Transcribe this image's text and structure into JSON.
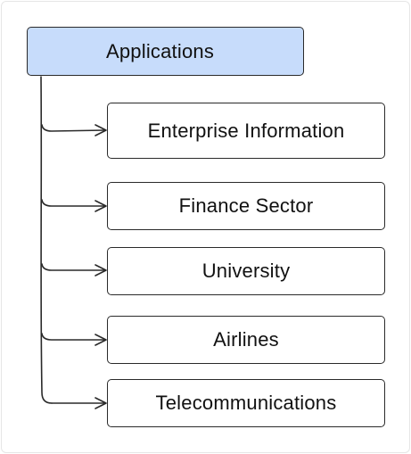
{
  "diagram": {
    "root": {
      "label": "Applications"
    },
    "children": [
      {
        "label": "Enterprise Information"
      },
      {
        "label": "Finance Sector"
      },
      {
        "label": "University"
      },
      {
        "label": "Airlines"
      },
      {
        "label": "Telecommunications"
      }
    ]
  },
  "colors": {
    "root_fill": "#c7dcfb",
    "stroke": "#2a2a2a"
  }
}
